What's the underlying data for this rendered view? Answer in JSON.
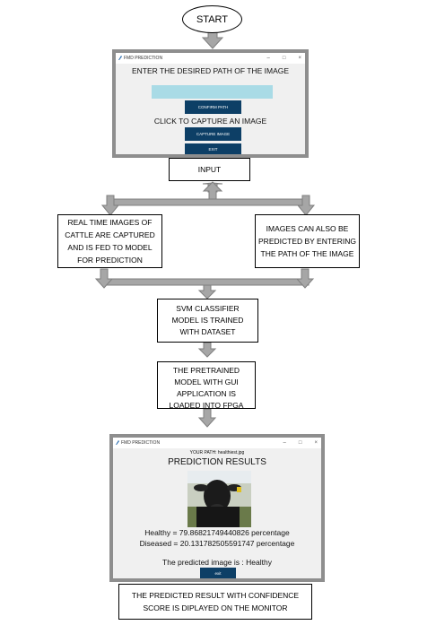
{
  "start": {
    "label": "START"
  },
  "window1": {
    "title": "FMD PREDICTION",
    "heading": "ENTER THE DESIRED PATH OF THE IMAGE",
    "path_input_value": "",
    "confirm_button": "CONFIRM PATH",
    "capture_prompt": "CLICK TO CAPTURE AN IMAGE",
    "capture_button": "CAPTURE IMAGE",
    "exit_button": "EXIT",
    "input_color": "#a9dbe6",
    "button_color": "#0d3f66"
  },
  "input_box": {
    "label": "INPUT"
  },
  "left_box": {
    "lines": [
      "REAL TIME IMAGES OF",
      "CATTLE ARE CAPTURED",
      "AND IS FED TO MODEL",
      "FOR PREDICTION"
    ]
  },
  "right_box": {
    "lines": [
      "IMAGES CAN ALSO BE",
      "PREDICTED BY ENTERING",
      "THE PATH OF THE IMAGE"
    ]
  },
  "svm_box": {
    "lines": [
      "SVM CLASSIFIER",
      "MODEL IS TRAINED",
      "WITH DATASET"
    ]
  },
  "pretrained_box": {
    "lines": [
      "THE PRETRAINED",
      "MODEL WITH GUI",
      "APPLICATION IS",
      "LOADED INTO FPGA"
    ]
  },
  "window2": {
    "title": "FMD PREDICTION",
    "path_text": "YOUR PATH: healthiest.jpg",
    "heading": "PREDICTION RESULTS",
    "healthy_text": "Healthy = 79.86821749440826 percentage",
    "diseased_text": "Diseased = 20.131782505591747 percentage",
    "predicted_text": "The predicted image is : Healthy",
    "exit_button": "exit"
  },
  "result_box": {
    "lines": [
      "THE PREDICTED RESULT WITH CONFIDENCE",
      "SCORE IS DIPLAYED ON THE MONITOR"
    ]
  },
  "colors": {
    "arrow_fill": "#a6a6a6",
    "arrow_stroke": "#7f7f7f",
    "window_frame": "#8e8e8e"
  }
}
